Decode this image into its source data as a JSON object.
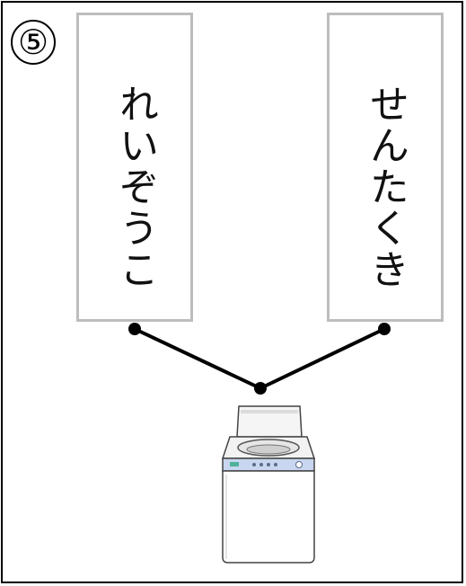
{
  "item_number": "⑤",
  "cards": {
    "left_text": "れいぞうこ",
    "right_text": "せんたくき"
  },
  "picture": {
    "icon": "washing-machine-icon"
  },
  "colors": {
    "card_border": "#bdbdbd",
    "line": "#000000",
    "washer_panel": "#c9d6ef"
  }
}
